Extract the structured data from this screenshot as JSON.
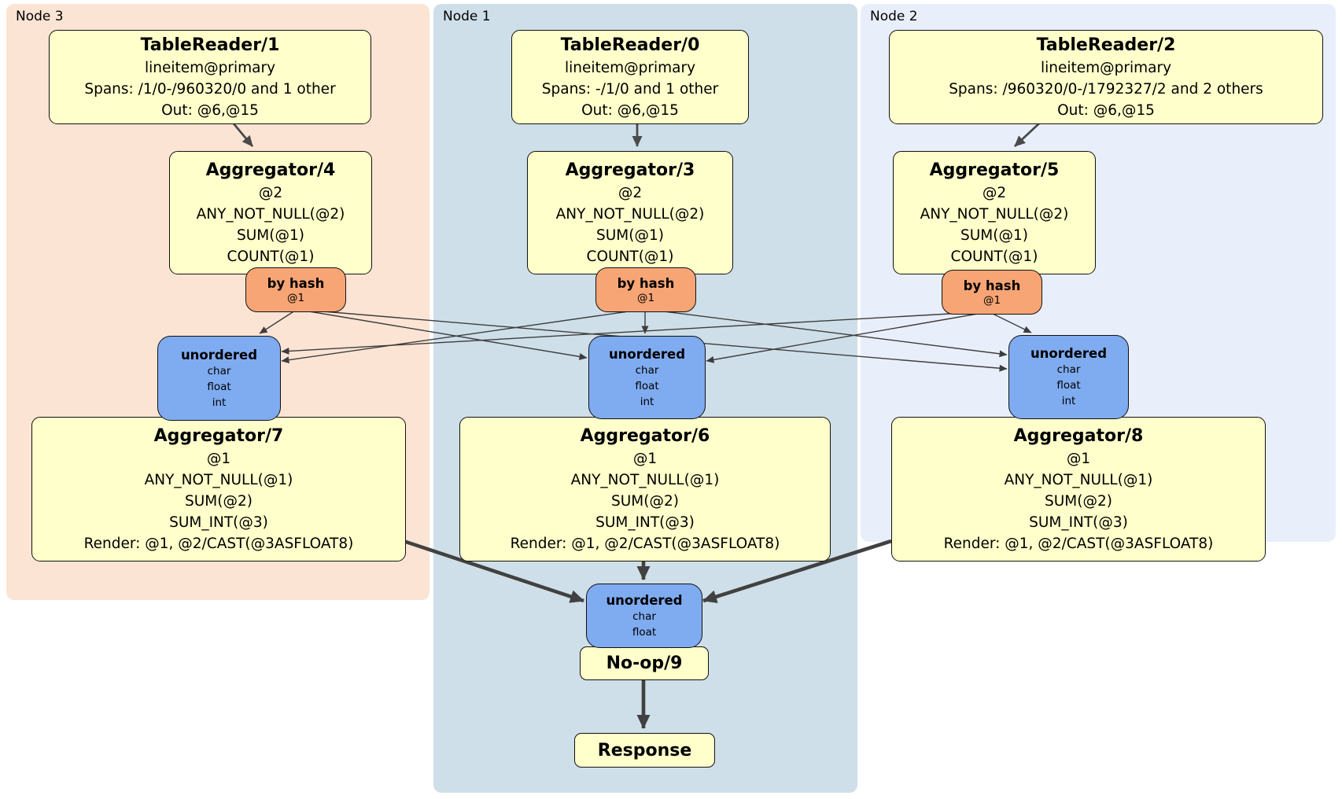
{
  "panels": {
    "node3": {
      "label": "Node 3"
    },
    "node1": {
      "label": "Node 1"
    },
    "node2": {
      "label": "Node 2"
    }
  },
  "colors": {
    "node3_bg": "#fce4d4",
    "node1_bg": "#cfdfe9",
    "node2_bg": "#e9effa",
    "processor_fill": "#ffffcb",
    "router_fill": "#f7a575",
    "sync_fill": "#7fabf0",
    "edge": "#414141"
  },
  "processors": {
    "tr1": {
      "title": "TableReader/1",
      "lines": [
        "lineitem@primary",
        "Spans: /1/0-/960320/0 and 1 other",
        "Out: @6,@15"
      ]
    },
    "tr0": {
      "title": "TableReader/0",
      "lines": [
        "lineitem@primary",
        "Spans: -/1/0 and 1 other",
        "Out: @6,@15"
      ]
    },
    "tr2": {
      "title": "TableReader/2",
      "lines": [
        "lineitem@primary",
        "Spans: /960320/0-/1792327/2 and 2 others",
        "Out: @6,@15"
      ]
    },
    "agg4": {
      "title": "Aggregator/4",
      "lines": [
        "@2",
        "ANY_NOT_NULL(@2)",
        "SUM(@1)",
        "COUNT(@1)"
      ]
    },
    "agg3": {
      "title": "Aggregator/3",
      "lines": [
        "@2",
        "ANY_NOT_NULL(@2)",
        "SUM(@1)",
        "COUNT(@1)"
      ]
    },
    "agg5": {
      "title": "Aggregator/5",
      "lines": [
        "@2",
        "ANY_NOT_NULL(@2)",
        "SUM(@1)",
        "COUNT(@1)"
      ]
    },
    "agg7": {
      "title": "Aggregator/7",
      "lines": [
        "@1",
        "ANY_NOT_NULL(@1)",
        "SUM(@2)",
        "SUM_INT(@3)",
        "Render: @1, @2/CAST(@3ASFLOAT8)"
      ]
    },
    "agg6": {
      "title": "Aggregator/6",
      "lines": [
        "@1",
        "ANY_NOT_NULL(@1)",
        "SUM(@2)",
        "SUM_INT(@3)",
        "Render: @1, @2/CAST(@3ASFLOAT8)"
      ]
    },
    "agg8": {
      "title": "Aggregator/8",
      "lines": [
        "@1",
        "ANY_NOT_NULL(@1)",
        "SUM(@2)",
        "SUM_INT(@3)",
        "Render: @1, @2/CAST(@3ASFLOAT8)"
      ]
    }
  },
  "router": {
    "title": "by hash",
    "sub": "@1"
  },
  "syncs": {
    "node3": {
      "title": "unordered",
      "lines": [
        "char",
        "float",
        "int"
      ]
    },
    "node1": {
      "title": "unordered",
      "lines": [
        "char",
        "float",
        "int"
      ]
    },
    "node2": {
      "title": "unordered",
      "lines": [
        "char",
        "float",
        "int"
      ]
    },
    "final": {
      "title": "unordered",
      "lines": [
        "char",
        "float"
      ]
    }
  },
  "noop": {
    "title": "No-op/9"
  },
  "response": {
    "title": "Response"
  }
}
